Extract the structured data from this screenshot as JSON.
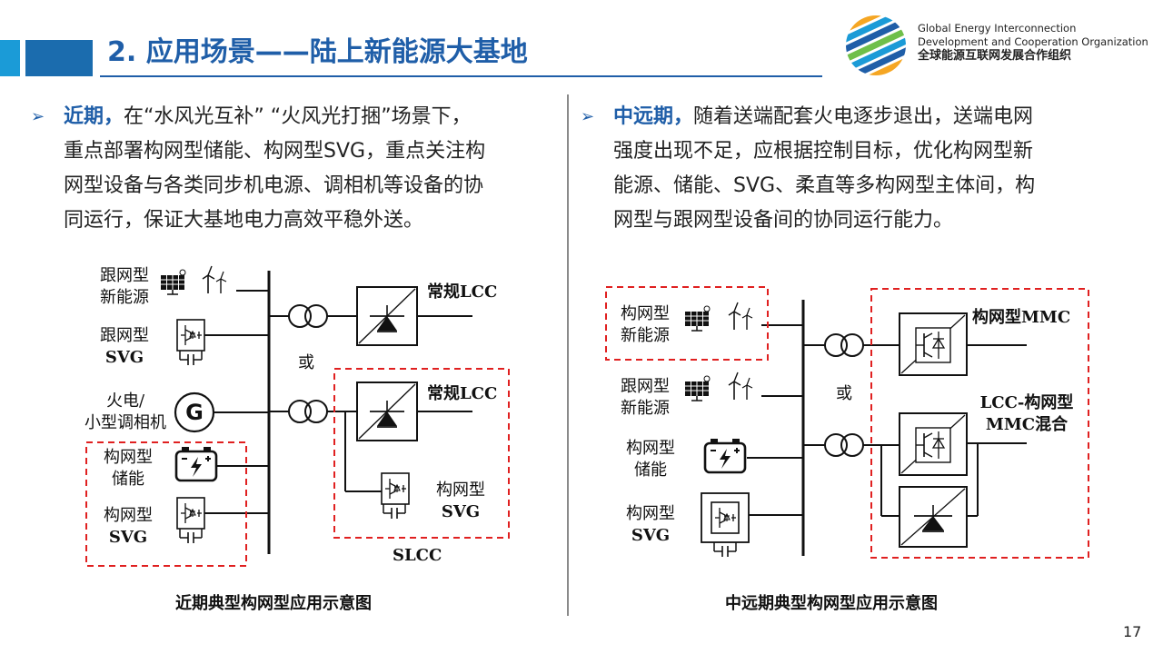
{
  "header": {
    "title": "2. 应用场景——陆上新能源大基地",
    "org_en_line1": "Global Energy Interconnection",
    "org_en_line2": "Development and Cooperation Organization",
    "org_cn": "全球能源互联网发展合作组织"
  },
  "left_bullet": {
    "marker": "➢",
    "keyword": "近期，",
    "line1": "在“水风光互补” “火风光打捆”场景下，",
    "line2": "重点部署构网型储能、构网型SVG，重点关注构",
    "line3": "网型设备与各类同步机电源、调相机等设备的协",
    "line4": "同运行，保证大基地电力高效平稳外送。"
  },
  "right_bullet": {
    "marker": "➢",
    "keyword": "中远期，",
    "line1": "随着送端配套火电逐步退出，送端电网",
    "line2": "强度出现不足，应根据控制目标，优化构网型新",
    "line3": "能源、储能、SVG、柔直等多构网型主体间，构",
    "line4": "网型与跟网型设备间的协同运行能力。"
  },
  "left_diagram": {
    "gfl_renewable_l1": "跟网型",
    "gfl_renewable_l2": "新能源",
    "gfl_svg_l1": "跟网型",
    "gfl_svg_l2": "SVG",
    "thermal_l1": "火电/",
    "thermal_l2": "小型调相机",
    "generator_symbol": "G",
    "gfm_storage_l1": "构网型",
    "gfm_storage_l2": "储能",
    "gfm_svg_l1": "构网型",
    "gfm_svg_l2": "SVG",
    "lcc_top": "常规LCC",
    "or_text": "或",
    "lcc_bottom": "常规LCC",
    "slcc_svg_l1": "构网型",
    "slcc_svg_l2": "SVG",
    "slcc": "SLCC",
    "caption": "近期典型构网型应用示意图"
  },
  "right_diagram": {
    "gfm_renewable_l1": "构网型",
    "gfm_renewable_l2": "新能源",
    "gfl_renewable_l1": "跟网型",
    "gfl_renewable_l2": "新能源",
    "gfm_storage_l1": "构网型",
    "gfm_storage_l2": "储能",
    "gfm_svg_l1": "构网型",
    "gfm_svg_l2": "SVG",
    "mmc": "构网型MMC",
    "or_text": "或",
    "hybrid_l1": "LCC-构网型",
    "hybrid_l2": "MMC混合",
    "caption": "中远期典型构网型应用示意图"
  },
  "page_number": "17",
  "colors": {
    "title": "#1f5ea8",
    "accent_light": "#1b9bd7",
    "dashed_box": "#e02020"
  }
}
